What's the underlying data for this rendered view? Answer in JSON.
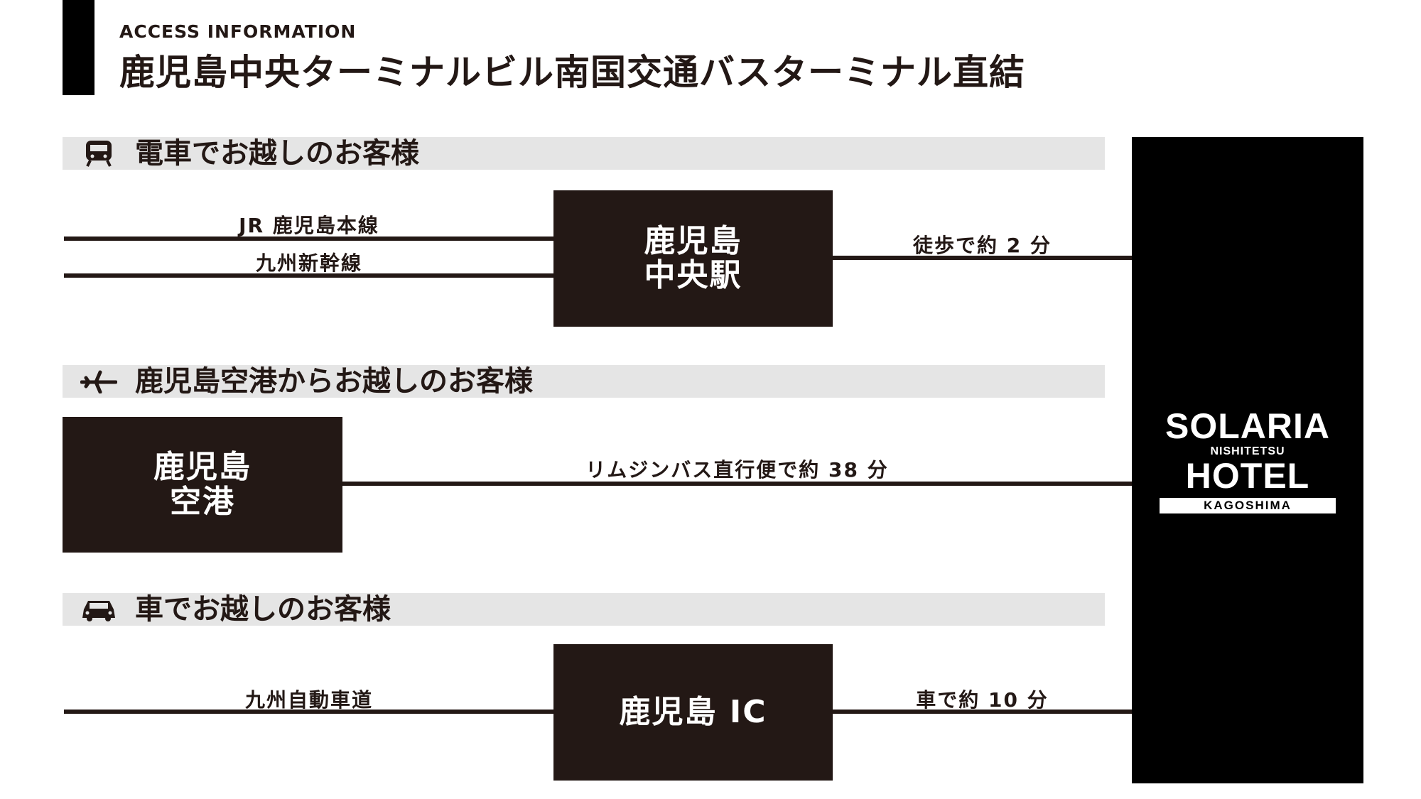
{
  "header": {
    "eyebrow": "ACCESS INFORMATION",
    "title": "鹿児島中央ターミナルビル南国交通バスターミナル直結"
  },
  "sections": [
    {
      "title": "電車でお越しのお客様",
      "icon": "train-icon"
    },
    {
      "title": "鹿児島空港からお越しのお客様",
      "icon": "airplane-icon"
    },
    {
      "title": "車でお越しのお客様",
      "icon": "car-icon"
    }
  ],
  "train": {
    "line1": "JR 鹿児島本線",
    "line2": "九州新幹線",
    "station": "鹿児島\n中央駅",
    "walk": "徒歩で約 2 分"
  },
  "airport": {
    "node": "鹿児島\n空港",
    "bus": "リムジンバス直行便で約 38 分"
  },
  "car": {
    "highway": "九州自動車道",
    "ic": "鹿児島 IC",
    "drive": "車で約 10 分"
  },
  "hotel": {
    "name1": "SOLARIA",
    "name2": "NISHITETSU",
    "name3": "HOTEL",
    "name4": "KAGOSHIMA"
  }
}
